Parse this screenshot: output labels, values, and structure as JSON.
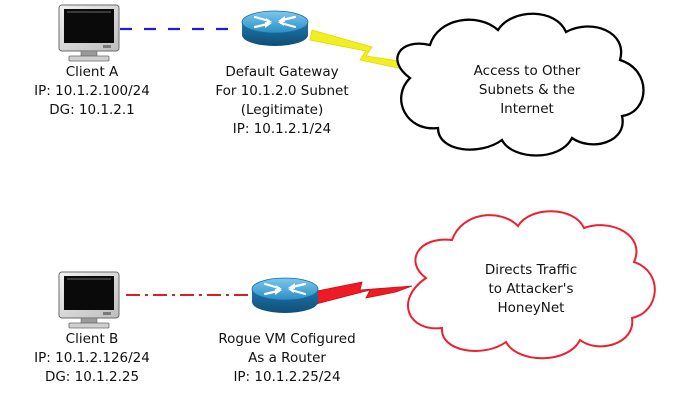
{
  "network_a": {
    "client": {
      "name": "Client A",
      "ip": "IP: 10.1.2.100/24",
      "dg": "DG: 10.1.2.1"
    },
    "gateway": {
      "line1": "Default Gateway",
      "line2": "For 10.1.2.0 Subnet",
      "line3": "(Legitimate)",
      "line4": "IP: 10.1.2.1/24"
    },
    "cloud": {
      "line1": "Access to Other",
      "line2": "Subnets & the",
      "line3": "Internet"
    }
  },
  "network_b": {
    "client": {
      "name": "Client B",
      "ip": "IP: 10.1.2.126/24",
      "dg": "DG: 10.1.2.25"
    },
    "router": {
      "line1": "Rogue VM Cofigured",
      "line2": "As a Router",
      "line3": "IP: 10.1.2.25/24"
    },
    "cloud": {
      "line1": "Directs Traffic",
      "line2": "to Attacker's",
      "line3": "HoneyNet"
    }
  },
  "colors": {
    "link_a": "#1f1fd6",
    "link_b": "#d8202a",
    "bolt_a": "#f2ef1e",
    "bolt_b": "#ee1b24",
    "cloud_a": "#000000",
    "cloud_b": "#ee2030",
    "router": "#2a8fc4"
  }
}
